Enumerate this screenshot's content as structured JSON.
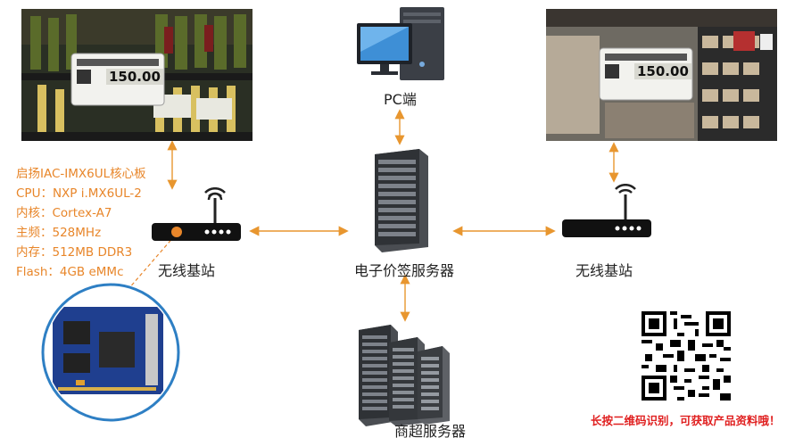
{
  "nodes": {
    "pc": "PC端",
    "server": "电子价签服务器",
    "base_left": "无线基站",
    "base_right": "无线基站",
    "mall_server": "商超服务器"
  },
  "price_tag": {
    "price": "150.00"
  },
  "board": {
    "title": "启扬IAC-IMX6UL核心板",
    "specs": [
      "CPU：NXP i.MX6UL-2",
      "内核：Cortex-A7",
      "主频：528MHz",
      "内存：512MB DDR3",
      "Flash：4GB eMMc"
    ]
  },
  "promo": "长按二维码识别，可获取产品资料哦！",
  "colors": {
    "arrow": "#e8962f",
    "spec_text": "#e8862a",
    "promo_text": "#e02020"
  }
}
